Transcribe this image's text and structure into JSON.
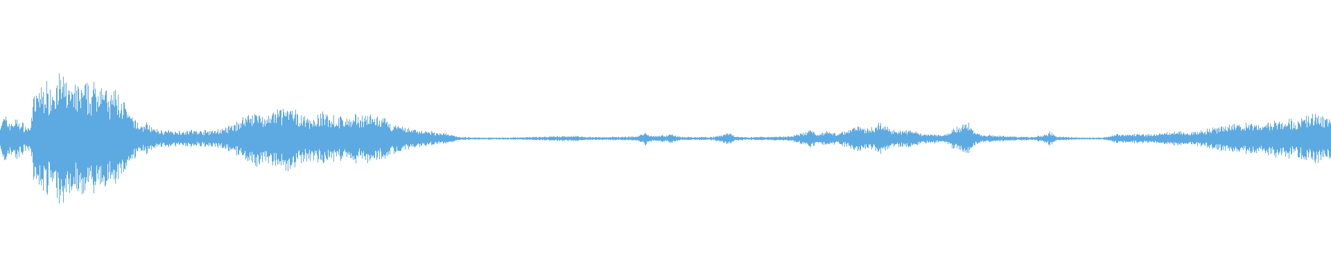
{
  "waveform": {
    "color": "#5DAAE3",
    "background": "#FFFFFF",
    "duration_bins": 1920,
    "envelope": [
      [
        0,
        0.17
      ],
      [
        6,
        0.24
      ],
      [
        14,
        0.18
      ],
      [
        24,
        0.21
      ],
      [
        34,
        0.15
      ],
      [
        42,
        0.11
      ],
      [
        48,
        0.4
      ],
      [
        55,
        0.52
      ],
      [
        62,
        0.58
      ],
      [
        70,
        0.55
      ],
      [
        78,
        0.62
      ],
      [
        86,
        0.66
      ],
      [
        94,
        0.6
      ],
      [
        102,
        0.57
      ],
      [
        110,
        0.54
      ],
      [
        118,
        0.58
      ],
      [
        126,
        0.52
      ],
      [
        134,
        0.56
      ],
      [
        142,
        0.62
      ],
      [
        148,
        0.68
      ],
      [
        152,
        0.5
      ],
      [
        158,
        0.4
      ],
      [
        164,
        0.54
      ],
      [
        170,
        0.47
      ],
      [
        178,
        0.4
      ],
      [
        186,
        0.25
      ],
      [
        194,
        0.2
      ],
      [
        202,
        0.14
      ],
      [
        212,
        0.17
      ],
      [
        222,
        0.1
      ],
      [
        232,
        0.09
      ],
      [
        250,
        0.08
      ],
      [
        270,
        0.09
      ],
      [
        290,
        0.08
      ],
      [
        310,
        0.09
      ],
      [
        320,
        0.1
      ],
      [
        335,
        0.14
      ],
      [
        350,
        0.22
      ],
      [
        365,
        0.3
      ],
      [
        380,
        0.24
      ],
      [
        395,
        0.27
      ],
      [
        410,
        0.34
      ],
      [
        425,
        0.28
      ],
      [
        440,
        0.24
      ],
      [
        455,
        0.22
      ],
      [
        470,
        0.28
      ],
      [
        485,
        0.22
      ],
      [
        500,
        0.22
      ],
      [
        515,
        0.24
      ],
      [
        530,
        0.25
      ],
      [
        550,
        0.21
      ],
      [
        565,
        0.16
      ],
      [
        580,
        0.12
      ],
      [
        600,
        0.1
      ],
      [
        620,
        0.07
      ],
      [
        640,
        0.06
      ],
      [
        655,
        0.03
      ],
      [
        665,
        0.015
      ],
      [
        700,
        0.01
      ],
      [
        740,
        0.012
      ],
      [
        760,
        0.015
      ],
      [
        790,
        0.02
      ],
      [
        810,
        0.025
      ],
      [
        830,
        0.03
      ],
      [
        845,
        0.02
      ],
      [
        870,
        0.015
      ],
      [
        900,
        0.02
      ],
      [
        920,
        0.025
      ],
      [
        930,
        0.07
      ],
      [
        940,
        0.03
      ],
      [
        960,
        0.035
      ],
      [
        970,
        0.05
      ],
      [
        980,
        0.02
      ],
      [
        1000,
        0.015
      ],
      [
        1030,
        0.02
      ],
      [
        1042,
        0.04
      ],
      [
        1050,
        0.07
      ],
      [
        1060,
        0.025
      ],
      [
        1080,
        0.015
      ],
      [
        1120,
        0.02
      ],
      [
        1140,
        0.025
      ],
      [
        1150,
        0.045
      ],
      [
        1160,
        0.06
      ],
      [
        1170,
        0.1
      ],
      [
        1180,
        0.05
      ],
      [
        1195,
        0.08
      ],
      [
        1210,
        0.05
      ],
      [
        1220,
        0.09
      ],
      [
        1230,
        0.12
      ],
      [
        1240,
        0.16
      ],
      [
        1250,
        0.1
      ],
      [
        1260,
        0.13
      ],
      [
        1270,
        0.17
      ],
      [
        1280,
        0.12
      ],
      [
        1290,
        0.1
      ],
      [
        1300,
        0.08
      ],
      [
        1310,
        0.1
      ],
      [
        1320,
        0.07
      ],
      [
        1330,
        0.05
      ],
      [
        1345,
        0.05
      ],
      [
        1355,
        0.04
      ],
      [
        1365,
        0.06
      ],
      [
        1375,
        0.11
      ],
      [
        1385,
        0.13
      ],
      [
        1395,
        0.18
      ],
      [
        1405,
        0.08
      ],
      [
        1415,
        0.04
      ],
      [
        1440,
        0.03
      ],
      [
        1470,
        0.02
      ],
      [
        1490,
        0.015
      ],
      [
        1505,
        0.04
      ],
      [
        1515,
        0.07
      ],
      [
        1525,
        0.02
      ],
      [
        1560,
        0.01
      ],
      [
        1590,
        0.01
      ],
      [
        1605,
        0.04
      ],
      [
        1615,
        0.05
      ],
      [
        1640,
        0.045
      ],
      [
        1660,
        0.05
      ],
      [
        1680,
        0.06
      ],
      [
        1700,
        0.08
      ],
      [
        1715,
        0.06
      ],
      [
        1730,
        0.08
      ],
      [
        1750,
        0.11
      ],
      [
        1770,
        0.13
      ],
      [
        1790,
        0.16
      ],
      [
        1810,
        0.15
      ],
      [
        1830,
        0.18
      ],
      [
        1850,
        0.21
      ],
      [
        1870,
        0.19
      ],
      [
        1885,
        0.24
      ],
      [
        1900,
        0.26
      ],
      [
        1910,
        0.22
      ],
      [
        1919,
        0.24
      ]
    ]
  }
}
